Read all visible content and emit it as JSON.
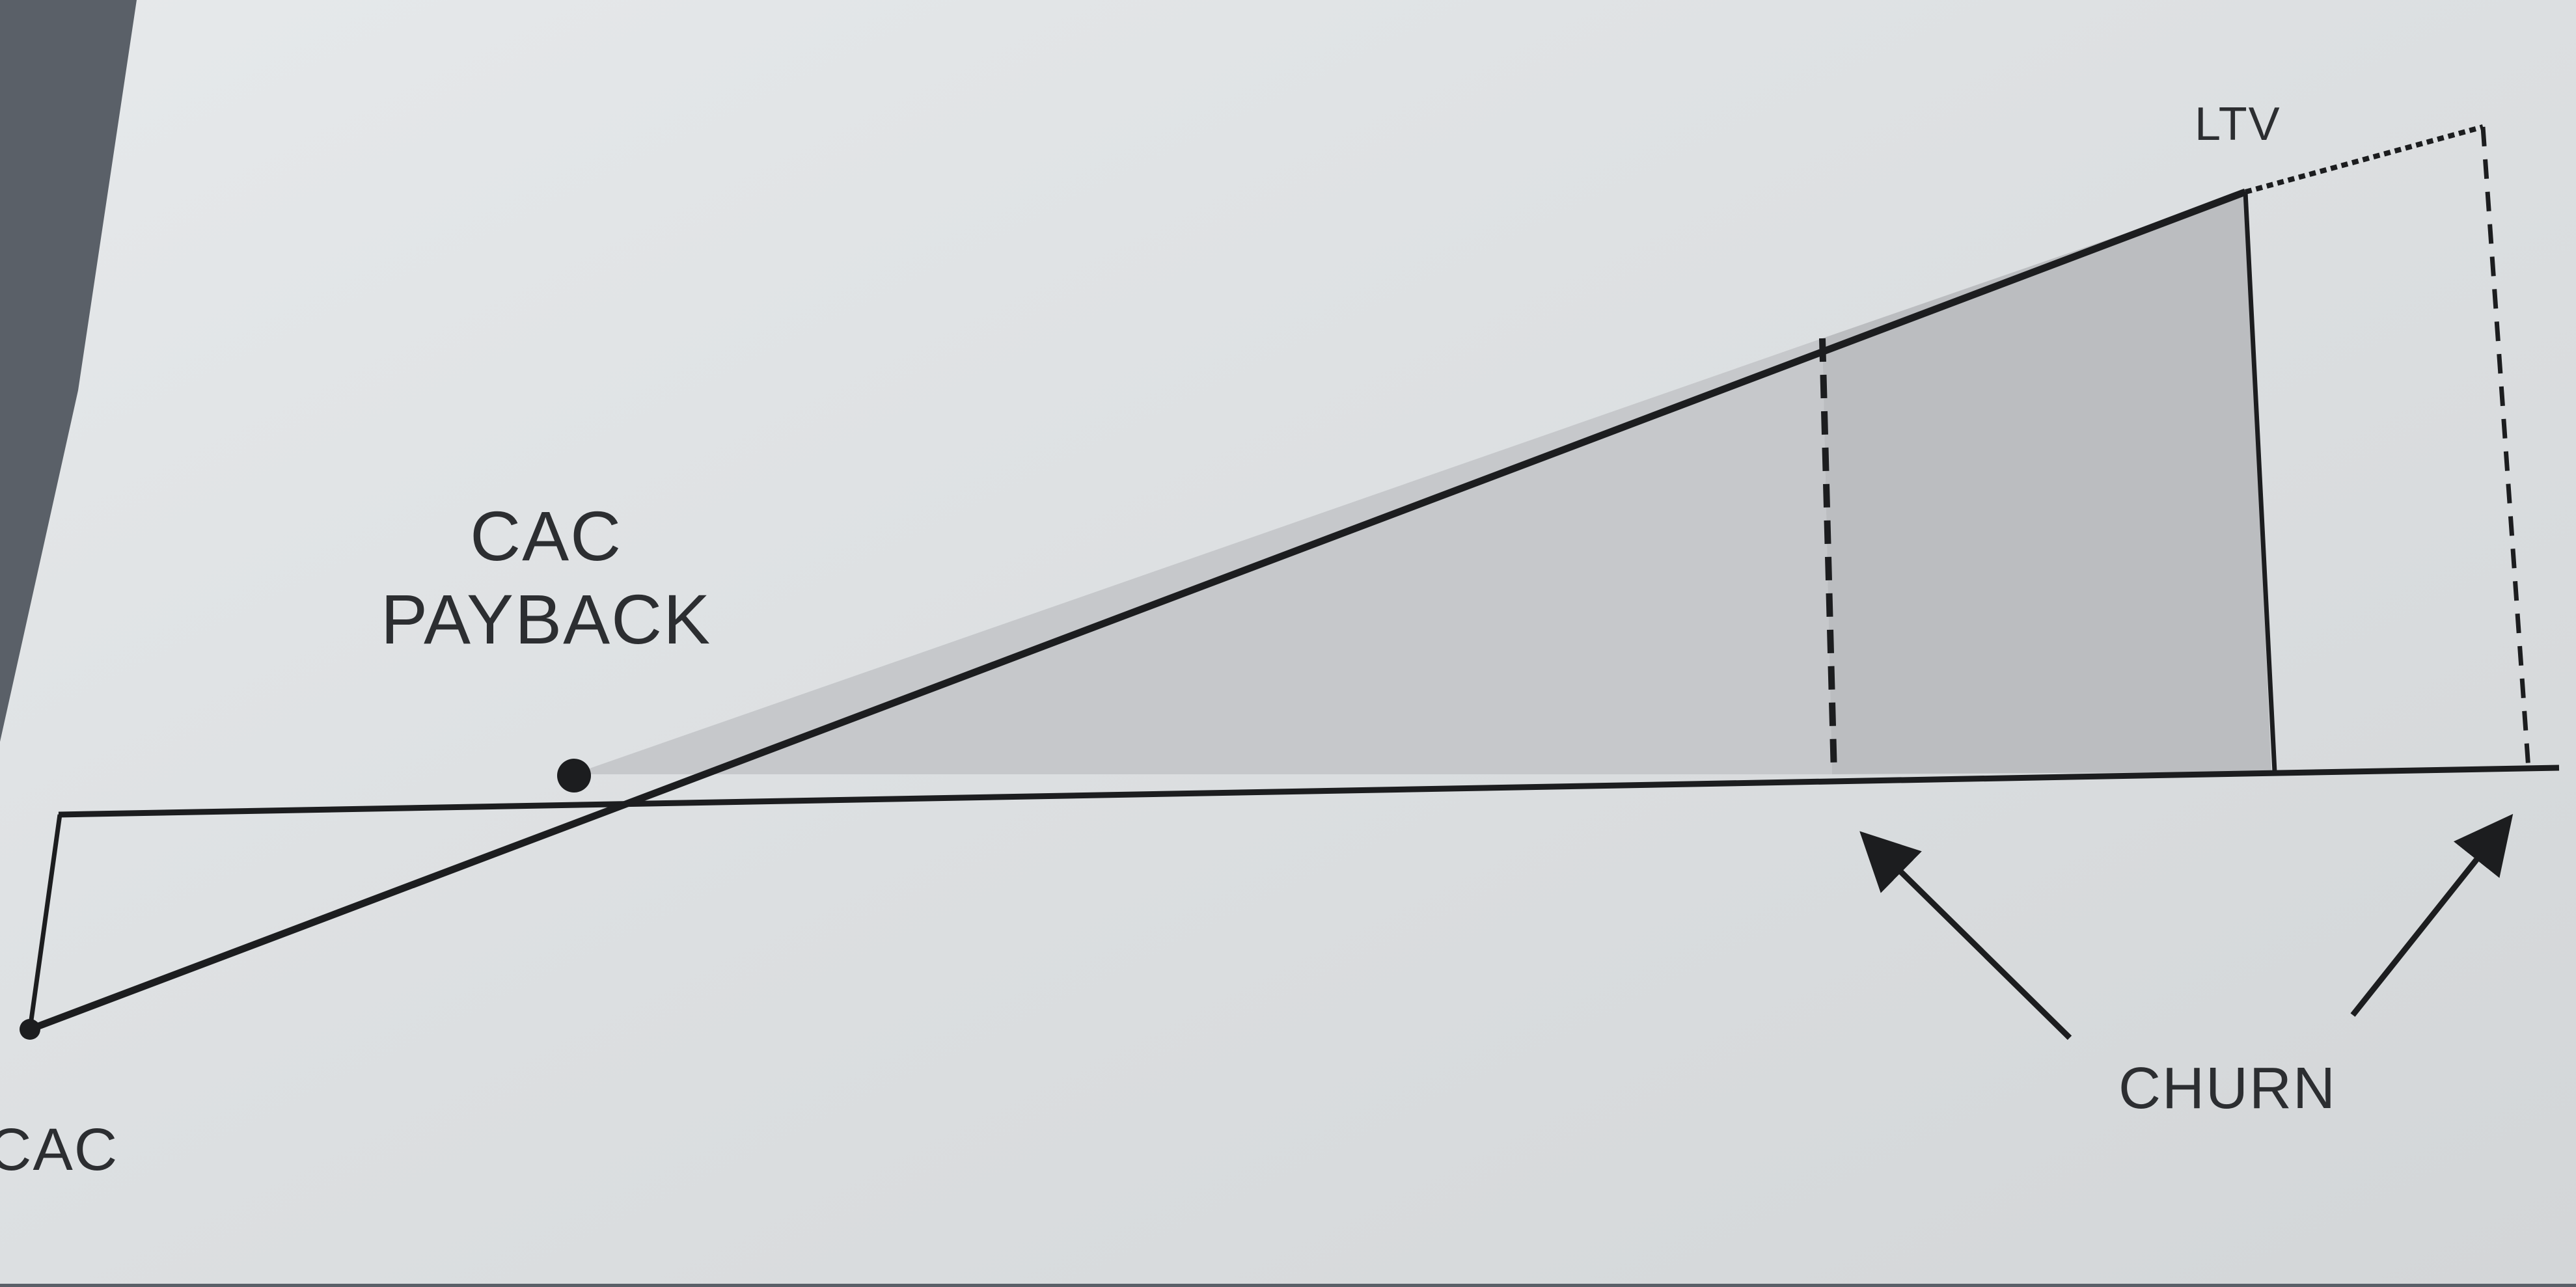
{
  "diagram": {
    "labels": {
      "ltv": "LTV",
      "cac_payback_line1": "CAC",
      "cac_payback_line2": "PAYBACK",
      "cac": "CAC",
      "churn": "CHURN"
    },
    "colors": {
      "paper": "#dde0e2",
      "paper_edge": "#c4c8cc",
      "ink": "#1c1d1f",
      "shade": "#c2c4c7",
      "shade_dark": "#b9bbbe"
    }
  }
}
